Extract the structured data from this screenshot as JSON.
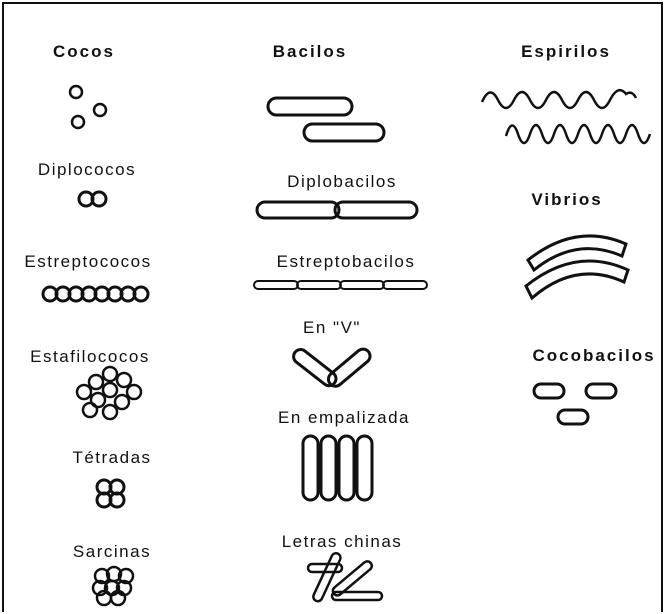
{
  "columns": {
    "cocos": {
      "header": "Cocos",
      "diplococos": "Diplococos",
      "estreptococos": "Estreptococos",
      "estafilococos": "Estafilococos",
      "tetradas": "Tétradas",
      "sarcinas": "Sarcinas"
    },
    "bacilos": {
      "header": "Bacilos",
      "diplobacilos": "Diplobacilos",
      "estreptobacilos": "Estreptobacilos",
      "en_v": "En \"V\"",
      "en_empalizada": "En empalizada",
      "letras_chinas": "Letras chinas"
    },
    "espirilos": {
      "header": "Espirilos",
      "vibrios": "Vibrios",
      "cocobacilos": "Cocobacilos"
    }
  },
  "colors": {
    "line": "#111111",
    "background": "#ffffff"
  }
}
